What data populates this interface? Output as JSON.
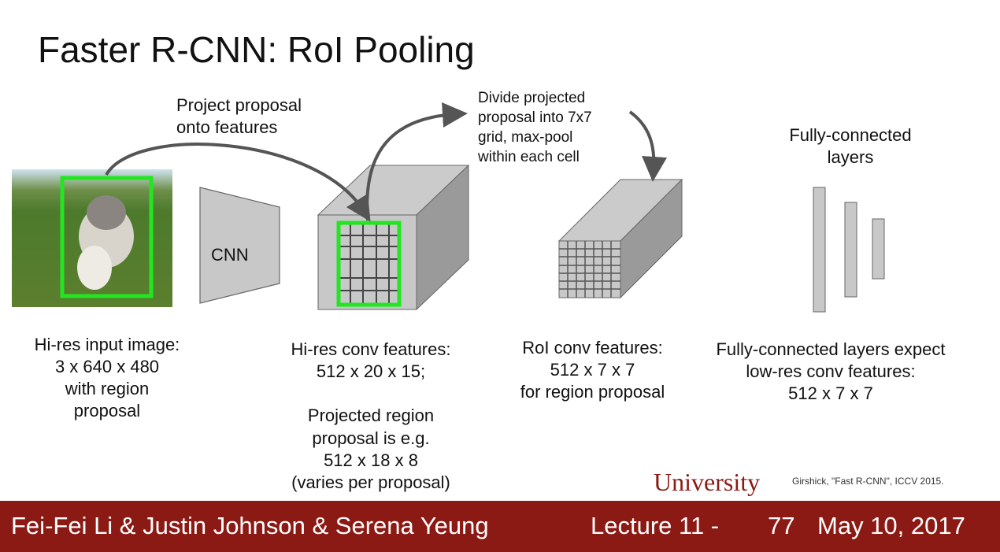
{
  "title": "Faster R-CNN: RoI Pooling",
  "annotations": {
    "project": "Project proposal\nonto features",
    "divide": "Divide projected\nproposal into 7x7\ngrid, max-pool\nwithin each cell",
    "fc_header": "Fully-connected\nlayers",
    "cnn": "CNN"
  },
  "captions": {
    "input": "Hi-res input image:\n3 x 640 x 480\nwith region\nproposal",
    "conv": "Hi-res conv features:\n512 x 20 x 15;\n\nProjected region\nproposal is e.g.\n512 x 18 x 8\n(varies per proposal)",
    "roi": "RoI conv features:\n512 x 7 x 7\nfor region proposal",
    "fc": "Fully-connected layers expect\nlow-res conv features:\n512 x 7 x 7"
  },
  "citation": "Girshick, \"Fast R-CNN\", ICCV 2015.",
  "footer": {
    "authors": "Fei-Fei Li & Justin Johnson & Serena Yeung",
    "lecture": "Lecture 11 -",
    "page": "77",
    "date": "May 10, 2017",
    "watermark": "University"
  },
  "colors": {
    "footer": "#8c1a14",
    "proposal_box": "#22e622",
    "arrow": "#555555"
  }
}
